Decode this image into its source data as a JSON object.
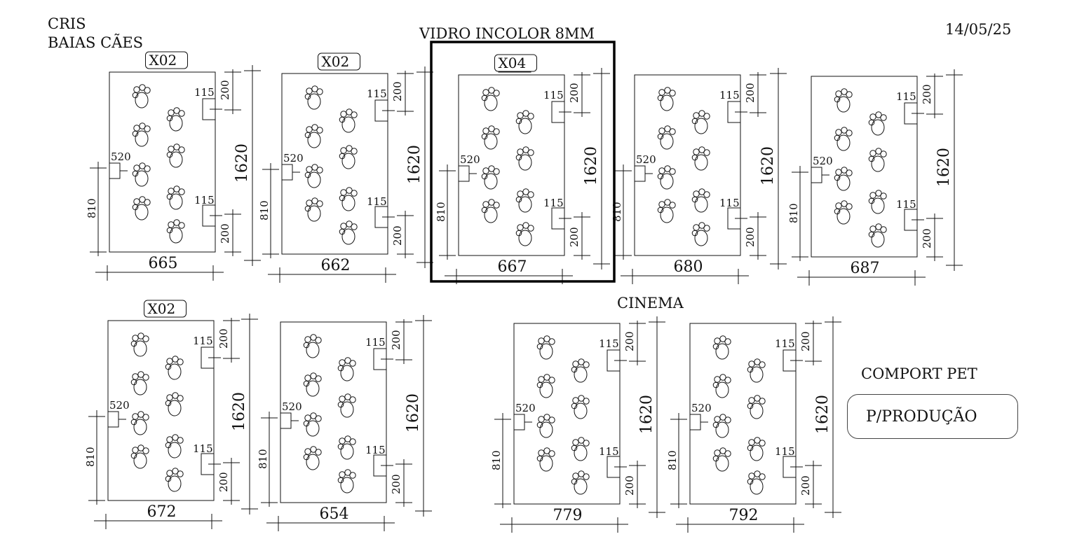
{
  "header": {
    "client": "CRIS",
    "subtitle": "BAIAS CÃES",
    "material": "VIDRO INCOLOR 8MM",
    "date": "14/05/25"
  },
  "section_cinema": "CINEMA",
  "side_note": {
    "company": "COMPORT PET",
    "status": "P/PRODUÇÃO"
  },
  "dims": {
    "height": "1620",
    "hole_offset_y": "810",
    "hole_x": "520",
    "hole_size": "115",
    "edge_offset": "200"
  },
  "panels": [
    {
      "width": "665",
      "qty": "X02"
    },
    {
      "width": "662",
      "qty": "X02"
    },
    {
      "width": "667",
      "qty": "X04"
    },
    {
      "width": "680",
      "qty": ""
    },
    {
      "width": "687",
      "qty": ""
    },
    {
      "width": "672",
      "qty": "X02"
    },
    {
      "width": "654",
      "qty": ""
    },
    {
      "width": "779",
      "qty": ""
    },
    {
      "width": "792",
      "qty": ""
    }
  ]
}
